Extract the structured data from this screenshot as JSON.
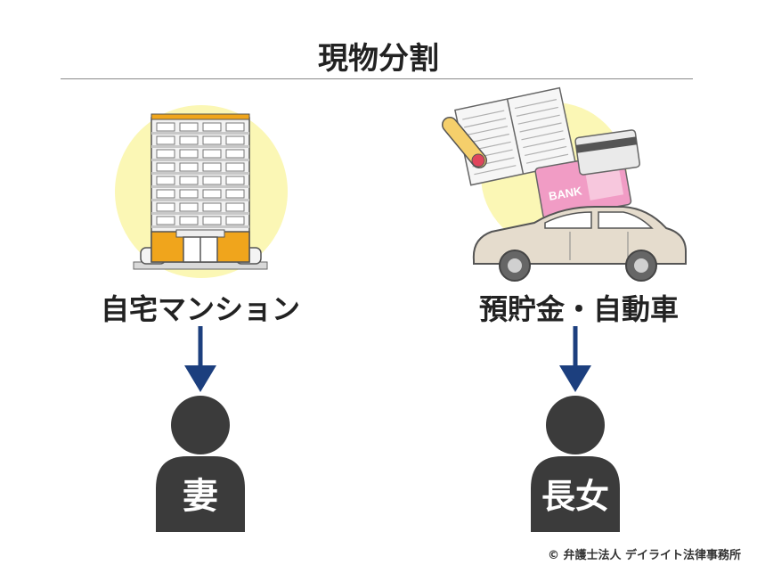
{
  "title": "現物分割",
  "items": [
    {
      "asset": "自宅マンション",
      "heir": "妻"
    },
    {
      "asset": "預貯金・自動車",
      "heir": "長女"
    }
  ],
  "bank_card_text": "BANK",
  "credit": "© 弁護士法人 デイライト法律事務所",
  "colors": {
    "highlight_circle": "#fbf7b5",
    "arrow": "#1c3f7e",
    "person": "#3b3b3b",
    "building_accent": "#f0a51c",
    "bank_card": "#f19cc5",
    "car_body": "#e5dccd"
  },
  "icons": [
    "apartment-building-icon",
    "bankbook-icon",
    "pen-icon",
    "bank-card-icon",
    "credit-card-icon",
    "car-icon",
    "down-arrow-icon",
    "person-icon"
  ]
}
